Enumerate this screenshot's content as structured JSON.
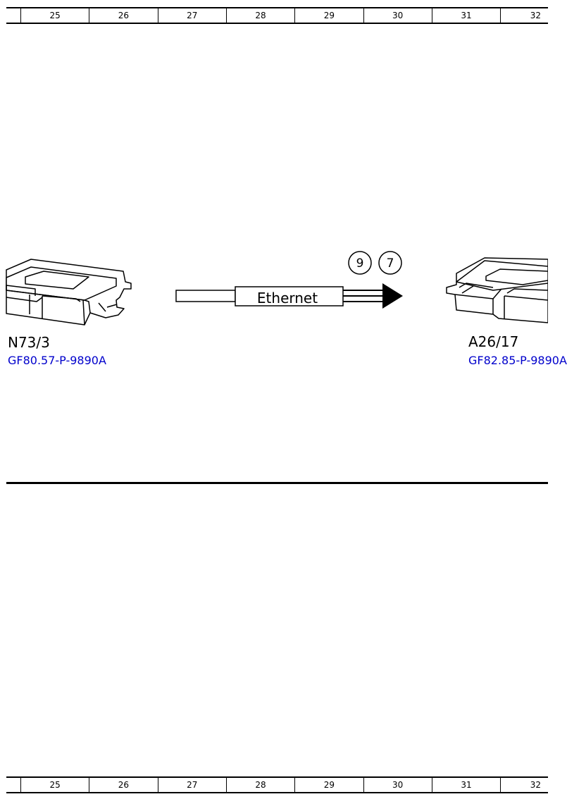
{
  "ruler": {
    "columns": [
      "25",
      "26",
      "27",
      "28",
      "29",
      "30",
      "31",
      "32"
    ]
  },
  "components": {
    "left": {
      "label": "N73/3",
      "ref": "GF80.57-P-9890A"
    },
    "right": {
      "label": "A26/17",
      "ref": "GF82.85-P-9890A"
    }
  },
  "connection": {
    "label": "Ethernet",
    "markers": [
      "9",
      "7"
    ]
  },
  "colors": {
    "link": "#0000cc",
    "line": "#000000"
  },
  "icons": {
    "control_unit": "control-unit-icon",
    "arrow": "arrow-head-icon"
  }
}
